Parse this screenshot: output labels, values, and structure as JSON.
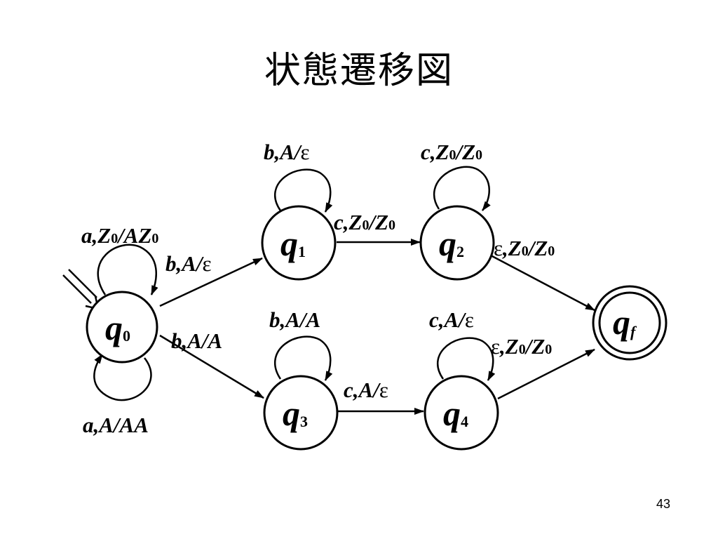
{
  "title": "状態遷移図",
  "page_number": "43",
  "states": {
    "q0": {
      "base": "q",
      "sub": "0"
    },
    "q1": {
      "base": "q",
      "sub": "1"
    },
    "q2": {
      "base": "q",
      "sub": "2"
    },
    "q3": {
      "base": "q",
      "sub": "3"
    },
    "q4": {
      "base": "q",
      "sub": "4"
    },
    "qf": {
      "base": "q",
      "sub": "f"
    }
  },
  "transitions": {
    "q0_loop_top": {
      "a": "a,Z",
      "b": "0",
      "c": "/AZ",
      "d": "0"
    },
    "q0_loop_bottom": {
      "a": "a,A/AA"
    },
    "q0_q1": {
      "a": "b,A/",
      "b": "ε"
    },
    "q0_q3": {
      "a": "b,A/A"
    },
    "q1_loop": {
      "a": "b,A/",
      "b": "ε"
    },
    "q1_q2": {
      "a": "c,Z",
      "b": "0",
      "c": "/Z",
      "d": "0"
    },
    "q2_loop": {
      "a": "c,Z",
      "b": "0",
      "c": "/Z",
      "d": "0"
    },
    "q2_qf": {
      "a": "ε",
      "b": ",Z",
      "c": "0",
      "d": "/Z",
      "e": "0"
    },
    "q3_loop": {
      "a": "b,A/A"
    },
    "q3_q4": {
      "a": "c,A/",
      "b": "ε"
    },
    "q4_loop": {
      "a": "c,A/",
      "b": "ε"
    },
    "q4_qf": {
      "a": "ε",
      "b": ",Z",
      "c": "0",
      "d": "/Z",
      "e": "0"
    }
  }
}
